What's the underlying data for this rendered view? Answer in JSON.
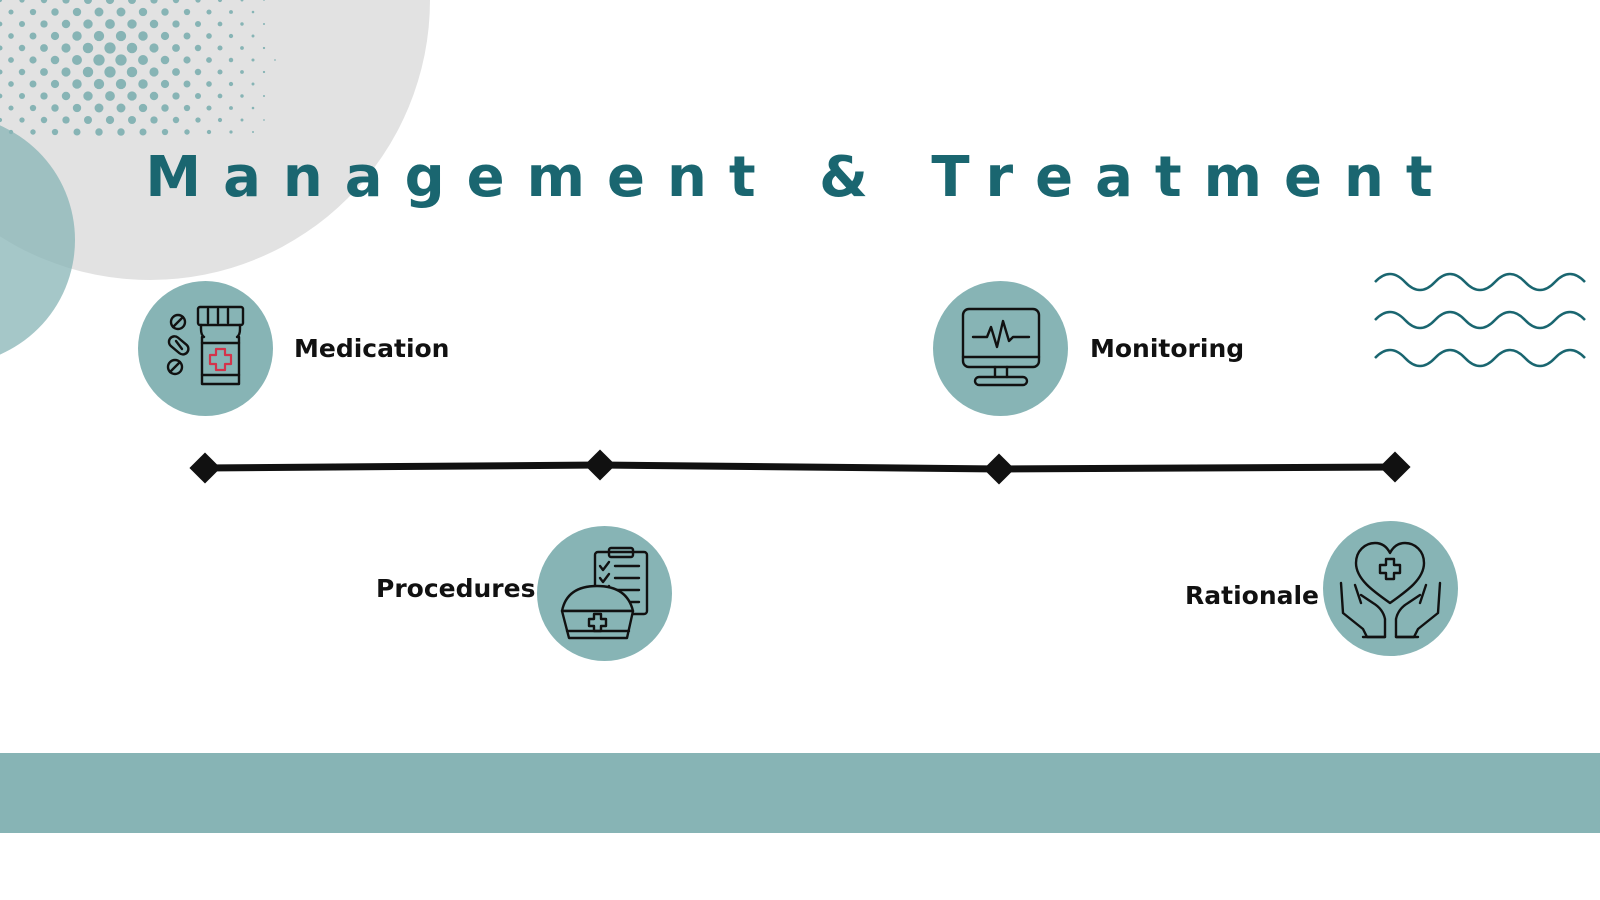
{
  "slide": {
    "title": "Management & Treatment",
    "nodes": [
      {
        "id": "medication",
        "label": "Medication",
        "icon": "medicine-bottle-icon"
      },
      {
        "id": "procedures",
        "label": "Procedures",
        "icon": "nurse-cap-clipboard-icon"
      },
      {
        "id": "monitoring",
        "label": "Monitoring",
        "icon": "heart-monitor-icon"
      },
      {
        "id": "rationale",
        "label": "Rationale",
        "icon": "hands-heart-icon"
      }
    ]
  },
  "colors": {
    "accent_teal": "#1a6670",
    "circle_fill": "#87b4b5",
    "decor_grey": "#e2e2e2",
    "text": "#111111",
    "timeline": "#111111"
  }
}
